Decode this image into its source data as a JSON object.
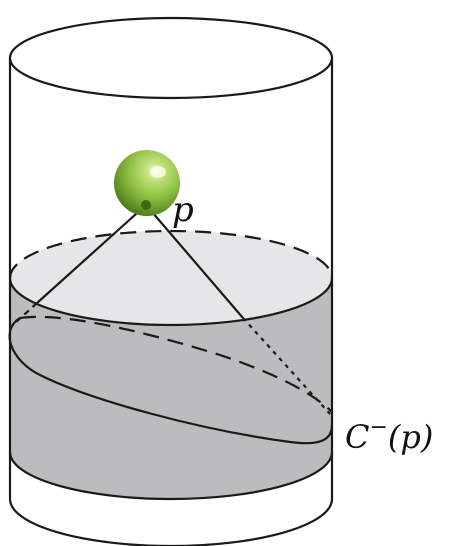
{
  "labels": {
    "point": "p",
    "curve_name": "C",
    "curve_sup": "−",
    "curve_arg": "(p)"
  },
  "colors": {
    "outline": "#1a1a1a",
    "shaded_region": "#bcbcbe",
    "top_surface": "#e6e6e8",
    "sphere_light": "#d9f0a8",
    "sphere_mid": "#8fc043",
    "sphere_dark": "#4b7a17"
  }
}
